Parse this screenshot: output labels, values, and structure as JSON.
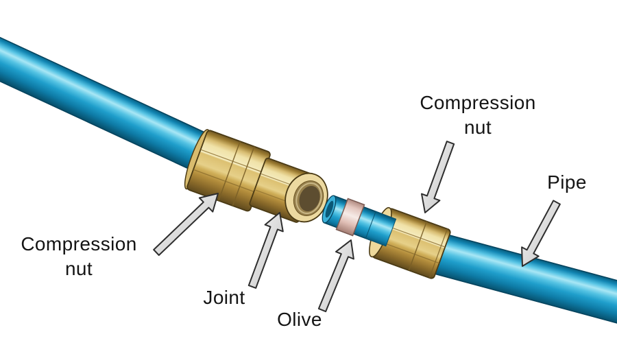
{
  "figure": {
    "labels": {
      "compression_nut_top": {
        "line1": "Compression",
        "line2": "nut"
      },
      "compression_nut_left": {
        "line1": "Compression",
        "line2": "nut"
      },
      "pipe": "Pipe",
      "joint": "Joint",
      "olive": "Olive"
    },
    "colors": {
      "background": "#ffffff",
      "pipe_blue": "#1f9ecb",
      "pipe_highlight": "#a9e7f5",
      "pipe_edge": "#07516e",
      "brass": "#d8bd72",
      "brass_light": "#f0e2a8",
      "brass_dark": "#6e5522",
      "olive_ring": "#e8cfc7",
      "arrow_fill": "#e8e8e8",
      "arrow_outline": "#2e2e2e",
      "text": "#141414"
    }
  }
}
